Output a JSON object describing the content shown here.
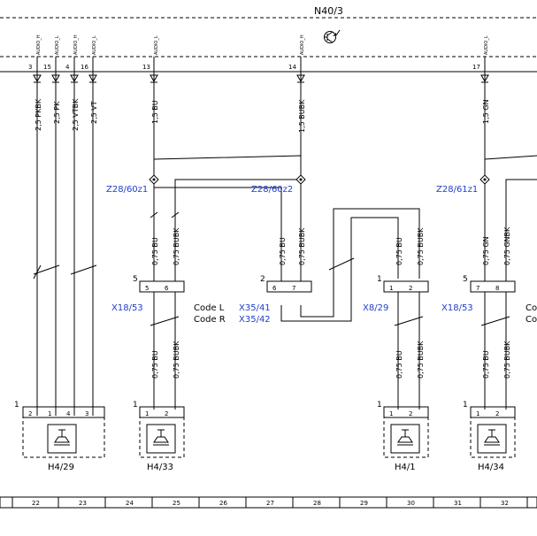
{
  "module": {
    "name": "N40/3"
  },
  "module_pins": [
    {
      "pin": "3",
      "signal": "AUDIO_H",
      "wire": "2,5 PKBK"
    },
    {
      "pin": "15",
      "signal": "AUDIO_L",
      "wire": "2,5 PK"
    },
    {
      "pin": "4",
      "signal": "AUDIO_H",
      "wire": "2,5 VTBK"
    },
    {
      "pin": "16",
      "signal": "AUDIO_L",
      "wire": "2,5 VT"
    },
    {
      "pin": "13",
      "signal": "AUDIO_L",
      "wire": "1,5 BU"
    },
    {
      "pin": "14",
      "signal": "AUDIO_H",
      "wire": "1,5 BUBK"
    },
    {
      "pin": "17",
      "signal": "AUDIO_L",
      "wire": "1,5 GN"
    }
  ],
  "splices": [
    "Z28/60z1",
    "Z28/60z2",
    "Z28/61z1"
  ],
  "branch_wires": [
    "0,75 BU",
    "0,75 BUBK",
    "0,75 BU",
    "0,75 BUBK",
    "0,75 BU",
    "0,75 BUBK",
    "0,75 GN",
    "0,75 GNBK"
  ],
  "lower_wires": [
    "0,75 BU",
    "0,75 BUBK",
    "0,75 BU",
    "0,75 BUBK",
    "0,75 BU",
    "0,75 BUBK"
  ],
  "connectors": [
    {
      "id": "X18/53",
      "pins": [
        "5",
        "6"
      ],
      "corner": "5"
    },
    {
      "id": "X35/41",
      "pins": [
        "6",
        "7"
      ],
      "corner": "2"
    },
    {
      "id": "X35/42"
    },
    {
      "id": "X8/29",
      "pins": [
        "1",
        "2"
      ],
      "corner": "1"
    },
    {
      "id": "X18/53",
      "pins": [
        "7",
        "8"
      ],
      "corner": "5"
    }
  ],
  "codes": [
    "Code L",
    "Code R",
    "Co",
    "Co"
  ],
  "speakers": [
    {
      "id": "H4/29",
      "pins": [
        "2",
        "1",
        "4",
        "3"
      ],
      "corner": "1"
    },
    {
      "id": "H4/33",
      "pins": [
        "1",
        "2"
      ],
      "corner": "1"
    },
    {
      "id": "H4/1",
      "pins": [
        "1",
        "2"
      ],
      "corner": "1"
    },
    {
      "id": "H4/34",
      "pins": [
        "1",
        "2"
      ],
      "corner": "1"
    }
  ],
  "grid": [
    "22",
    "23",
    "24",
    "25",
    "26",
    "27",
    "28",
    "29",
    "30",
    "31",
    "32"
  ]
}
